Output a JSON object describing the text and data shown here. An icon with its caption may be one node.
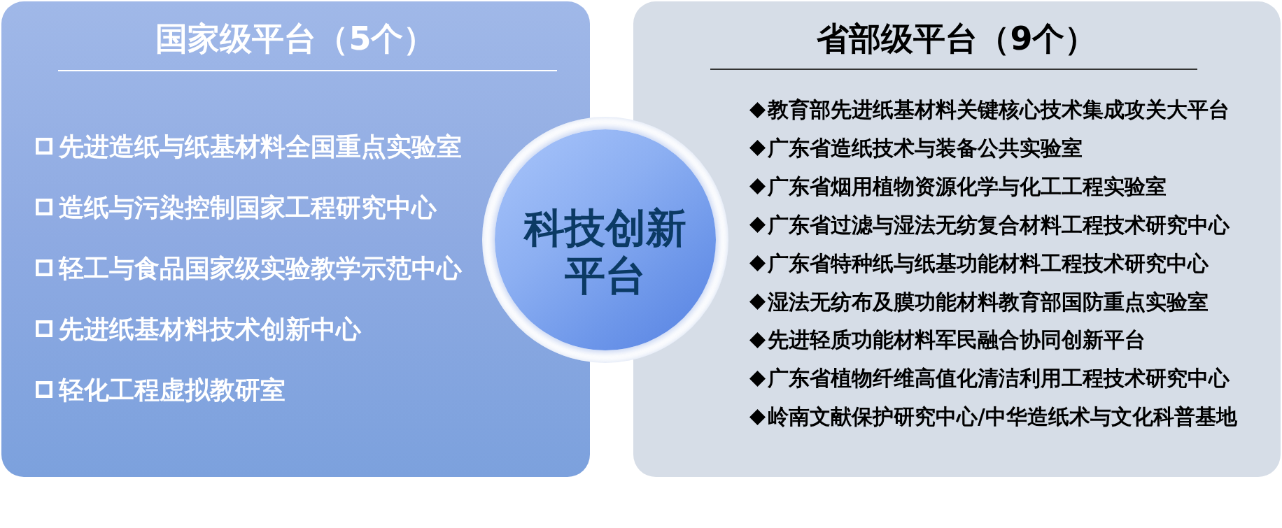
{
  "diagram": {
    "nodes": [
      {
        "text": [
          "国家级平台（5个）",
          "先进造纸与纸基材料全国重点实验室",
          "造纸与污染控制国家工程研究中心",
          "轻工与食品国家级实验教学示范中心",
          "先进纸基材料技术创新中心",
          "轻化工程虚拟教研室"
        ]
      },
      {
        "text": [
          "省部级平台（9个）",
          "教育部先进纸基材料关键核心技术集成攻关大平台",
          "广东省造纸技术与装备公共实验室",
          "广东省烟用植物资源化学与化工工程实验室",
          "广东省过滤与湿法无纺复合材料工程技术研究中心",
          "广东省特种纸与纸基功能材料工程技术研究中心",
          "湿法无纺布及膜功能材料教育部国防重点实验室",
          "先进轻质功能材料军民融合协同创新平台",
          "广东省植物纤维高值化清洁利用工程技术研究中心",
          "岭南文献保护研究中心/中华造纸术与文化科普基地"
        ]
      },
      {
        "text": [
          "科技创新平台"
        ]
      }
    ],
    "edges": []
  }
}
